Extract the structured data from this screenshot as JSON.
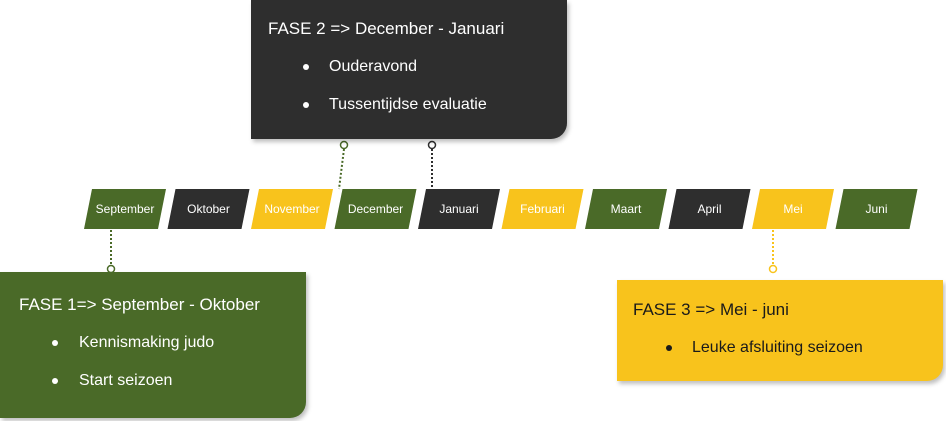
{
  "colors": {
    "green": "#4a6a28",
    "dark": "#2e2e2e",
    "yellow": "#f8c31c",
    "white": "#ffffff"
  },
  "months": [
    {
      "label": "September",
      "color": "green"
    },
    {
      "label": "Oktober",
      "color": "dark"
    },
    {
      "label": "November",
      "color": "yellow"
    },
    {
      "label": "December",
      "color": "green"
    },
    {
      "label": "Januari",
      "color": "dark"
    },
    {
      "label": "Februari",
      "color": "yellow"
    },
    {
      "label": "Maart",
      "color": "green"
    },
    {
      "label": "April",
      "color": "dark"
    },
    {
      "label": "Mei",
      "color": "yellow"
    },
    {
      "label": "Juni",
      "color": "green"
    }
  ],
  "phases": {
    "fase1": {
      "title": "FASE 1=> September -  Oktober",
      "items": [
        "Kennismaking judo",
        "Start seizoen"
      ]
    },
    "fase2": {
      "title": "FASE 2 => December - Januari",
      "items": [
        "Ouderavond",
        "Tussentijdse evaluatie"
      ]
    },
    "fase3": {
      "title": "FASE 3 => Mei - juni",
      "items": [
        "Leuke afsluiting seizoen"
      ]
    }
  }
}
